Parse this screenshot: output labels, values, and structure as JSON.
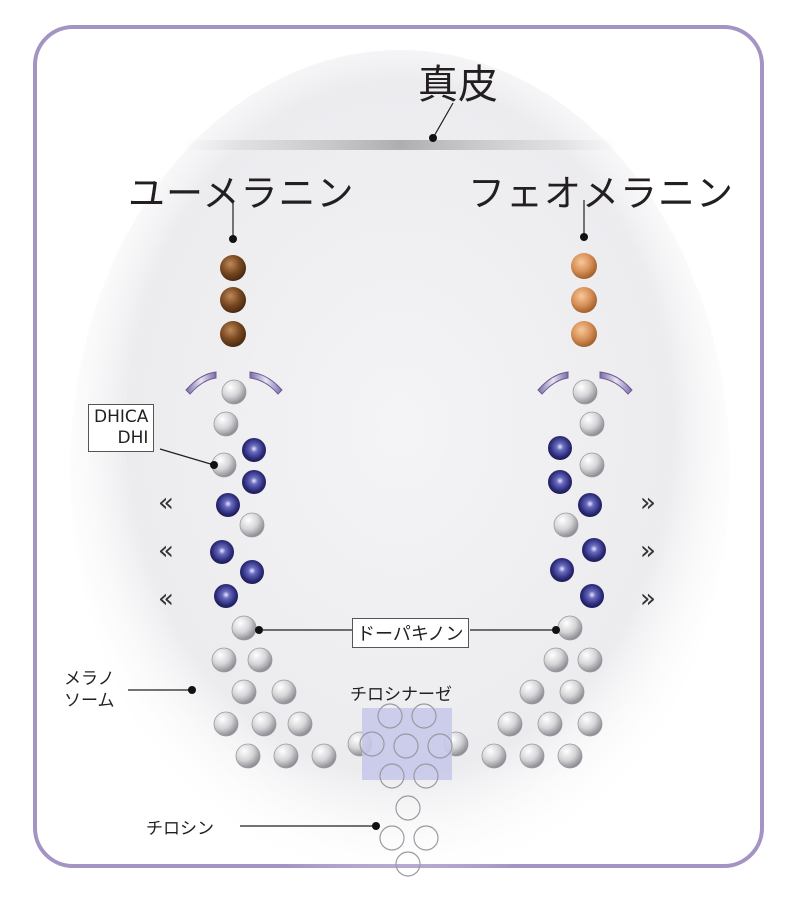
{
  "labels": {
    "dermis": "真皮",
    "eumelanin": "ユーメラニン",
    "pheomelanin": "フェオメラニン",
    "dhica": "DHICA",
    "dhi": "DHI",
    "dopaquinone": "ドーパキノン",
    "melanosome_line1": "メラノ",
    "melanosome_line2": "ソーム",
    "tyrosinase": "チロシナーゼ",
    "tyrosine": "チロシン"
  },
  "colors": {
    "frame": "#a394c4",
    "eumelanin": "#7a4a22",
    "pheomelanin": "#d9925a",
    "dhi_sphere": "#2d2d7a",
    "tyrosinase_box": "#c8c8ea"
  },
  "icons": {
    "chevron_left": "«",
    "chevron_right": "»"
  }
}
